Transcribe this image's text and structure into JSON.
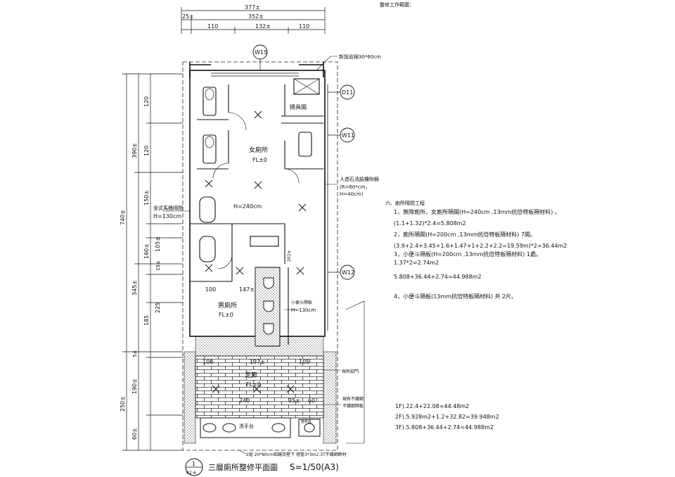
{
  "top_note": "整修工作範圍：",
  "dims_top": {
    "total": "377±",
    "left_offset": "25±",
    "inner": "352±",
    "seg1": "110",
    "seg2": "132±",
    "seg3": "110"
  },
  "dims_left": {
    "total": "740±",
    "upper": "390±",
    "u1": "120",
    "u2": "120",
    "a1": "150±",
    "a2": "105±",
    "a3": "160±",
    "a4": "15±",
    "mid": "345±",
    "b1": "185",
    "b2": "225",
    "lower": "250±",
    "c0": "5±",
    "c1": "190±",
    "c2": "60±"
  },
  "tags": {
    "w15": "W15",
    "d11": "D11",
    "w11": "W11",
    "w12": "W12"
  },
  "labels": {
    "acoustic_panel": "新設岩棉30*60cm",
    "janitor": "掃具間",
    "women_room": "女廁所",
    "women_fl": "FL±0",
    "h240": "H=240cm",
    "partition_left_1": "坐式馬桶隔間",
    "partition_left_2": "H=130cm",
    "stone_counter_1": "人造石洗臉檯附鏡",
    "stone_counter_2": "(R=60*cm，",
    "stone_counter_3": "H=40cm)",
    "men_room": "男廁所",
    "men_fl": "FL±0",
    "dim_100": "100",
    "dim_147": "147±",
    "dim_2022": "202±",
    "urinal_partition_1": "小便斗隔板",
    "urinal_partition_2": "H=130cm",
    "corridor": "走廊",
    "corridor_fl": "FL±0",
    "corr_137": "137±",
    "corr_105": "105",
    "corr_100": "100",
    "corr_240": "240",
    "corr_35": "35±",
    "corr_60": "60",
    "sink": "洗手台",
    "mop_sink": "拖布盆",
    "existing_door": "現有鋁門",
    "existing_1": "現有不鏽鋼",
    "existing_2": "不鏽鋼隔板",
    "bottom_note": "2組 20*80cm鋁鏡及壁下 燈管3*3m2.3T不鏽鋼飾材"
  },
  "title": {
    "num": "1",
    "sheet": "A2-6",
    "text": "三層廁所整修平面圖",
    "scale": "S=1/50(A3)"
  },
  "notes": {
    "heading": "六、廁所隔間工程",
    "l1": "1，無障廁所，女廁所隔間(H=240cm ,13mm抗倍特板隔材料) 。",
    "l2": "(1.1+1.32)*2.4=5.808m2",
    "l3": "2，廁所隔間(H=200cm ,13mm抗倍特板隔材料) 7間。",
    "l4": "(3.9+2.4+3.45+1.6+1.47+1+2.2+2.2=19.59m)*2=36.44m2",
    "l5": "3，小便斗隔板(H=200cm ,13mm抗倍特板隔材料) 1處。",
    "l6": "1.37*2=2.74m2",
    "l7": "5.808+36.44+2.74=44.988m2",
    "l8": "4，小便斗隔板(13mm抗倍特板隔材料) 共 2片。"
  },
  "floor_summary": {
    "f1": "1F).22.4+22.08=44.48m2",
    "f2": "2F).5.928m2+1.2+32.82=39.948m2",
    "f3": "3F).5.808+36.44+2.74=44.988m2"
  }
}
